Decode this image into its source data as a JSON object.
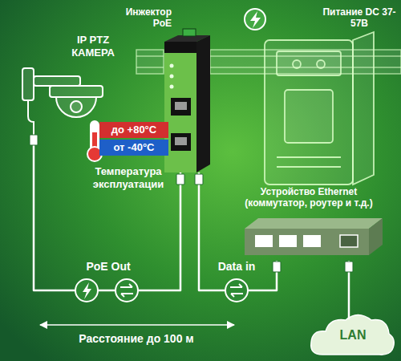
{
  "diagram": {
    "nodes": [
      {
        "text": [
          "IP PTZ КАМЕРА"
        ]
      },
      {
        "text": [
          "Инжектор PoE"
        ]
      },
      {
        "text": [
          "Питание DC 37-57В"
        ]
      },
      {
        "text": [
          "Устройство Ethernet (коммутатор, роутер и т.д.)"
        ]
      },
      {
        "text": [
          "LAN"
        ]
      }
    ],
    "edges": [
      {
        "from": 0,
        "to": 1,
        "label": "PoE Out",
        "arrow": "none"
      },
      {
        "from": 1,
        "to": 3,
        "label": "Data in",
        "arrow": "none"
      },
      {
        "from": 3,
        "to": 4,
        "arrow": "none"
      }
    ],
    "labels": [
      "до +80°C",
      "от -40°C",
      "Температура эксплуатации",
      "Расстояние до 100 м"
    ]
  }
}
